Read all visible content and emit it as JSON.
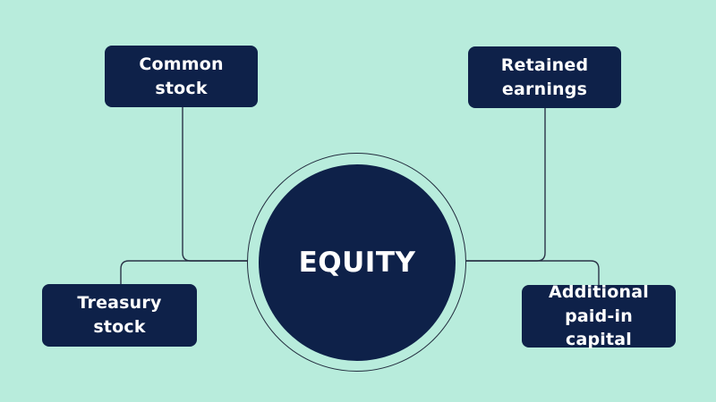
{
  "center": {
    "label": "EQUITY"
  },
  "nodes": {
    "common_stock": "Common stock",
    "retained_earnings": "Retained earnings",
    "treasury_stock": "Treasury stock",
    "additional_paid_in_capital": "Additional paid-in capital"
  },
  "colors": {
    "background": "#b8ecdc",
    "node_fill": "#0e2149",
    "node_text": "#ffffff",
    "connector": "#2a3347"
  }
}
